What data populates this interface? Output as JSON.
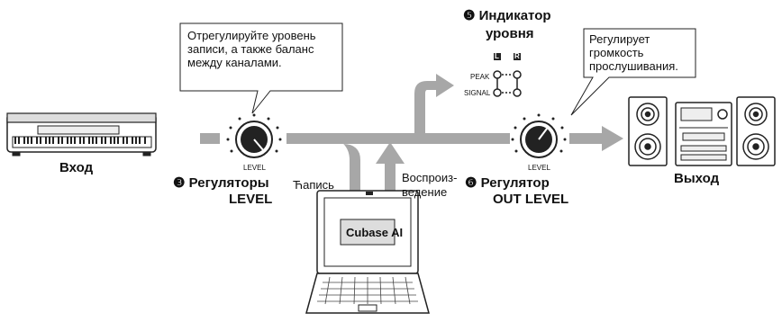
{
  "callouts": {
    "level_line_1": "Отрегулируйте уровень",
    "level_line_2": "записи, а также баланс",
    "level_line_3": "между каналами.",
    "out_line_1": "Регулирует",
    "out_line_2": "громкость",
    "out_line_3": "прослушивания."
  },
  "meter": {
    "number": "❺",
    "title_line_1": "Индикатор",
    "title_line_2": "уровня",
    "peak_label": "PEAK",
    "signal_label": "SIGNAL",
    "left_channel": "L",
    "right_channel": "R"
  },
  "level": {
    "number": "❸",
    "title_line_1": "Регуляторы",
    "title_line_2": "LEVEL",
    "knob_label": "LEVEL"
  },
  "out_level": {
    "number": "❻",
    "title_line_1": "Регулятор",
    "title_line_2": "OUT LEVEL",
    "knob_label": "LEVEL"
  },
  "labels": {
    "input": "Вход",
    "output": "Выход",
    "record": "Ћапись",
    "playback_line_1": "Воспроиз-",
    "playback_line_2": "ведение"
  },
  "laptop": {
    "screen_text": "Cubase AI"
  }
}
